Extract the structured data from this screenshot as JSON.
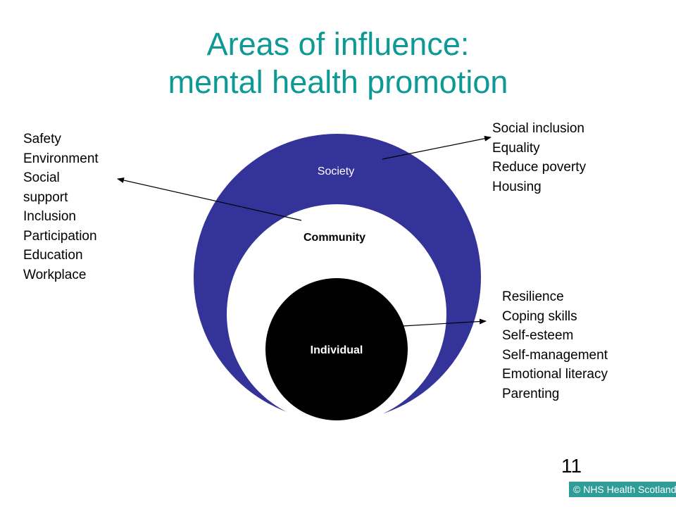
{
  "title": {
    "line1": "Areas of influence:",
    "line2": "mental health promotion"
  },
  "diagram": {
    "society_label": "Society",
    "community_label": "Community",
    "individual_label": "Individual",
    "colors": {
      "society": "#33339a",
      "community": "#ffffff",
      "individual": "#000000",
      "title": "#0d9a95"
    }
  },
  "lists": {
    "community": [
      "Safety",
      "Environment",
      "Social",
      "support",
      "Inclusion",
      "Participation",
      "Education",
      "Workplace"
    ],
    "society": [
      "Social inclusion",
      "Equality",
      "Reduce poverty",
      "Housing"
    ],
    "individual": [
      "Resilience",
      "Coping skills",
      "Self-esteem",
      "Self-management",
      "Emotional literacy",
      "Parenting"
    ]
  },
  "page_number": "11",
  "footer": {
    "text": "© NHS Health Scotland",
    "color": "#2e9c97"
  }
}
